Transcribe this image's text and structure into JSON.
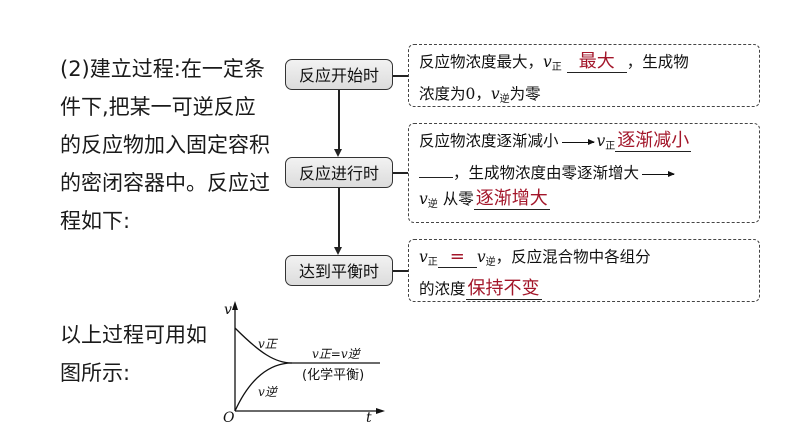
{
  "intro_text": "(2)建立过程:在一定条件下,把某一可逆反应的反应物加入固定容积的密闭容器中。反应过程如下:",
  "outro_text": "以上过程可用如图所示:",
  "stages": [
    {
      "label": "反应开始时",
      "line1_pre": "反应物浓度最大，",
      "v_sym": "v",
      "v_sub_forward": "正",
      "v_sub_reverse": "逆",
      "answer1": "最大",
      "line1_post": "，生成物",
      "line2_pre": "浓度为0，",
      "line2_post": "为零"
    },
    {
      "label": "反应进行时",
      "line1_pre": "反应物浓度逐渐减小",
      "answer1": "逐渐减小",
      "line2_post": "，生成物浓度由零逐渐增大",
      "line3_pre": "从零",
      "answer2": "逐渐增大"
    },
    {
      "label": "达到平衡时",
      "answer1": "=",
      "line1_post": "，反应混合物中各组分",
      "line2_pre": "的浓度",
      "answer2": "保持不变"
    }
  ],
  "graph": {
    "y_axis_label": "v",
    "x_axis_label": "t",
    "origin_label": "O",
    "curve_forward_label": "v正",
    "curve_reverse_label": "v逆",
    "equilibrium_label": "v正=v逆",
    "equilibrium_note": "(化学平衡)"
  }
}
